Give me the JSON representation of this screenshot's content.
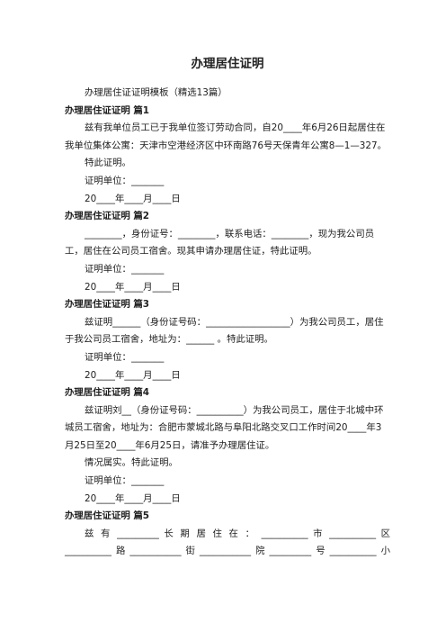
{
  "document": {
    "title": "办理居住证明",
    "subtitle": "办理居住证证明模板（精选13篇）",
    "sections": [
      {
        "heading": "办理居住证证明 篇1",
        "body": "兹有我单位员工已于我单位签订劳动合同，自20____年6月26日起居住在我单位集体公寓：天津市空港经济区中环南路76号天保青年公寓8—1—327。",
        "closing": "特此证明。",
        "unit": "证明单位：_______",
        "date": "20____年____月____日"
      },
      {
        "heading": "办理居住证证明 篇2",
        "body": "________，身份证号：________，联系电话：________，现为我公司员工，居住在公司员工宿舍。现其申请办理居住证，特此证明。",
        "unit": "证明单位：_______",
        "date": "20____年____月____日"
      },
      {
        "heading": "办理居住证证明 篇3",
        "body": "兹证明______（身份证号码：__________________）为我公司员工，居住于我公司员工宿舍，地址为：______ 。特此证明。",
        "unit": "证明单位：_______",
        "date": "20____年____月____日"
      },
      {
        "heading": "办理居住证证明 篇4",
        "body": "兹证明刘__（身份证号码：__________）为我公司员工，居住于北城中环城员工宿舍，地址为：合肥市蒙城北路与阜阳北路交叉口工作时间20____年3月25日至20____年6月25日，请准予办理居住证。",
        "closing": "情况属实。特此证明。",
        "unit": "证明单位：_______",
        "date": "20____年____月____日"
      },
      {
        "heading": "办理居住证证明 篇5",
        "body_line1": "兹 有 _________ 长 期 居 住 在 ： __________ 市 __________ 区",
        "body_line2": "__________路___________街___________院_________号__________小"
      }
    ]
  }
}
